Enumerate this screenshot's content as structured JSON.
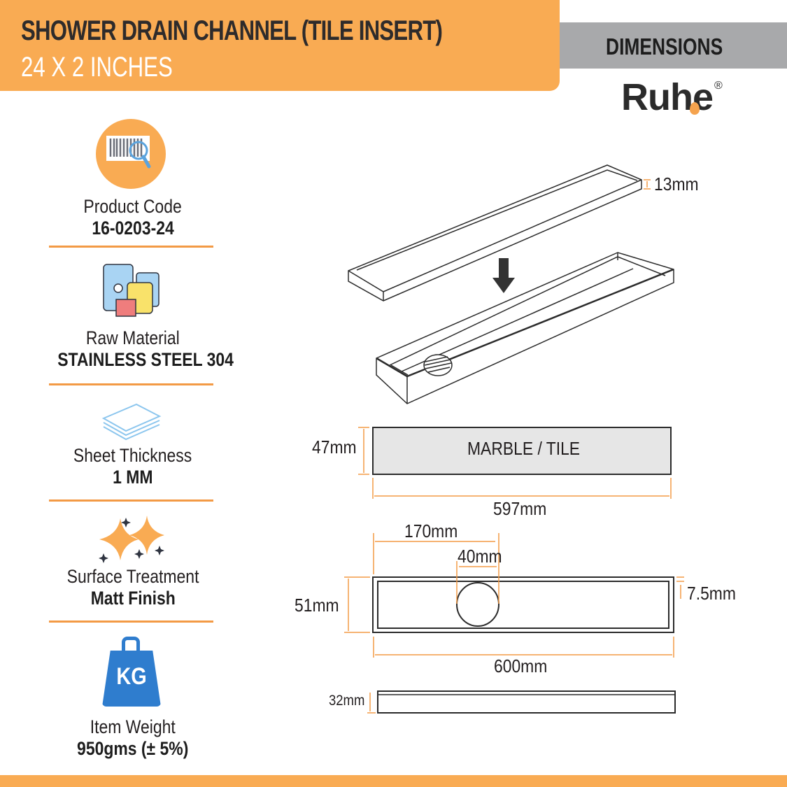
{
  "header": {
    "title": "SHOWER DRAIN CHANNEL (TILE INSERT)",
    "subtitle": "24 X 2 INCHES",
    "section_label": "DIMENSIONS",
    "brand": "Ruhe",
    "brand_mark": "®"
  },
  "specs": [
    {
      "icon": "barcode-search-icon",
      "label": "Product Code",
      "value": "16-0203-24"
    },
    {
      "icon": "raw-material-barrels-icon",
      "label": "Raw Material",
      "value": "STAINLESS STEEL 304"
    },
    {
      "icon": "stacked-sheets-icon",
      "label": "Sheet Thickness",
      "value": "1 MM"
    },
    {
      "icon": "sparkle-icon",
      "label": "Surface Treatment",
      "value": "Matt Finish"
    },
    {
      "icon": "kg-weight-icon",
      "label": "Item Weight",
      "value": "950gms (± 5%)",
      "icon_text": "KG"
    }
  ],
  "diagram": {
    "tray_depth": "13mm",
    "marble_label": "MARBLE / TILE",
    "marble_height": "47mm",
    "marble_width": "597mm",
    "outlet_offset": "170mm",
    "outlet_diameter": "40mm",
    "channel_height": "51mm",
    "rim_width": "7.5mm",
    "channel_length": "600mm",
    "side_height": "32mm"
  },
  "colors": {
    "accent_orange": "#f9ab53",
    "dimension_line": "#f39a45",
    "header_gray": "#a8a9ab",
    "weight_blue": "#2f7dce",
    "text_dark": "#231f20"
  }
}
